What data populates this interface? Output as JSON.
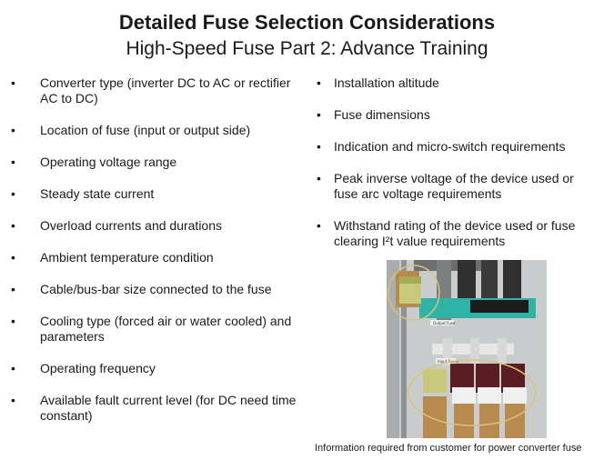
{
  "title": {
    "main": "Detailed Fuse Selection Considerations",
    "subtitle": "High-Speed Fuse Part 2: Advance Training"
  },
  "left_bullets": [
    "Converter type (inverter DC to AC or rectifier AC to DC)",
    "Location of fuse (input or output side)",
    "Operating voltage range",
    "Steady state current",
    "Overload currents and durations",
    "Ambient temperature condition",
    "Cable/bus-bar size connected to the fuse",
    "Cooling type (forced air or water cooled) and parameters",
    "Operating frequency",
    "Available fault current level (for DC need time constant)"
  ],
  "right_bullets": [
    "Installation altitude",
    "Fuse dimensions",
    "Indication and micro-switch requirements",
    "Peak inverse voltage of the device used or fuse arc voltage requirements",
    "Withstand rating of the device used or fuse clearing I²t value requirements"
  ],
  "photo": {
    "label_output": "Output Fuse",
    "label_input": "Input Fuses"
  },
  "caption": "Information required from customer for power converter fuse"
}
